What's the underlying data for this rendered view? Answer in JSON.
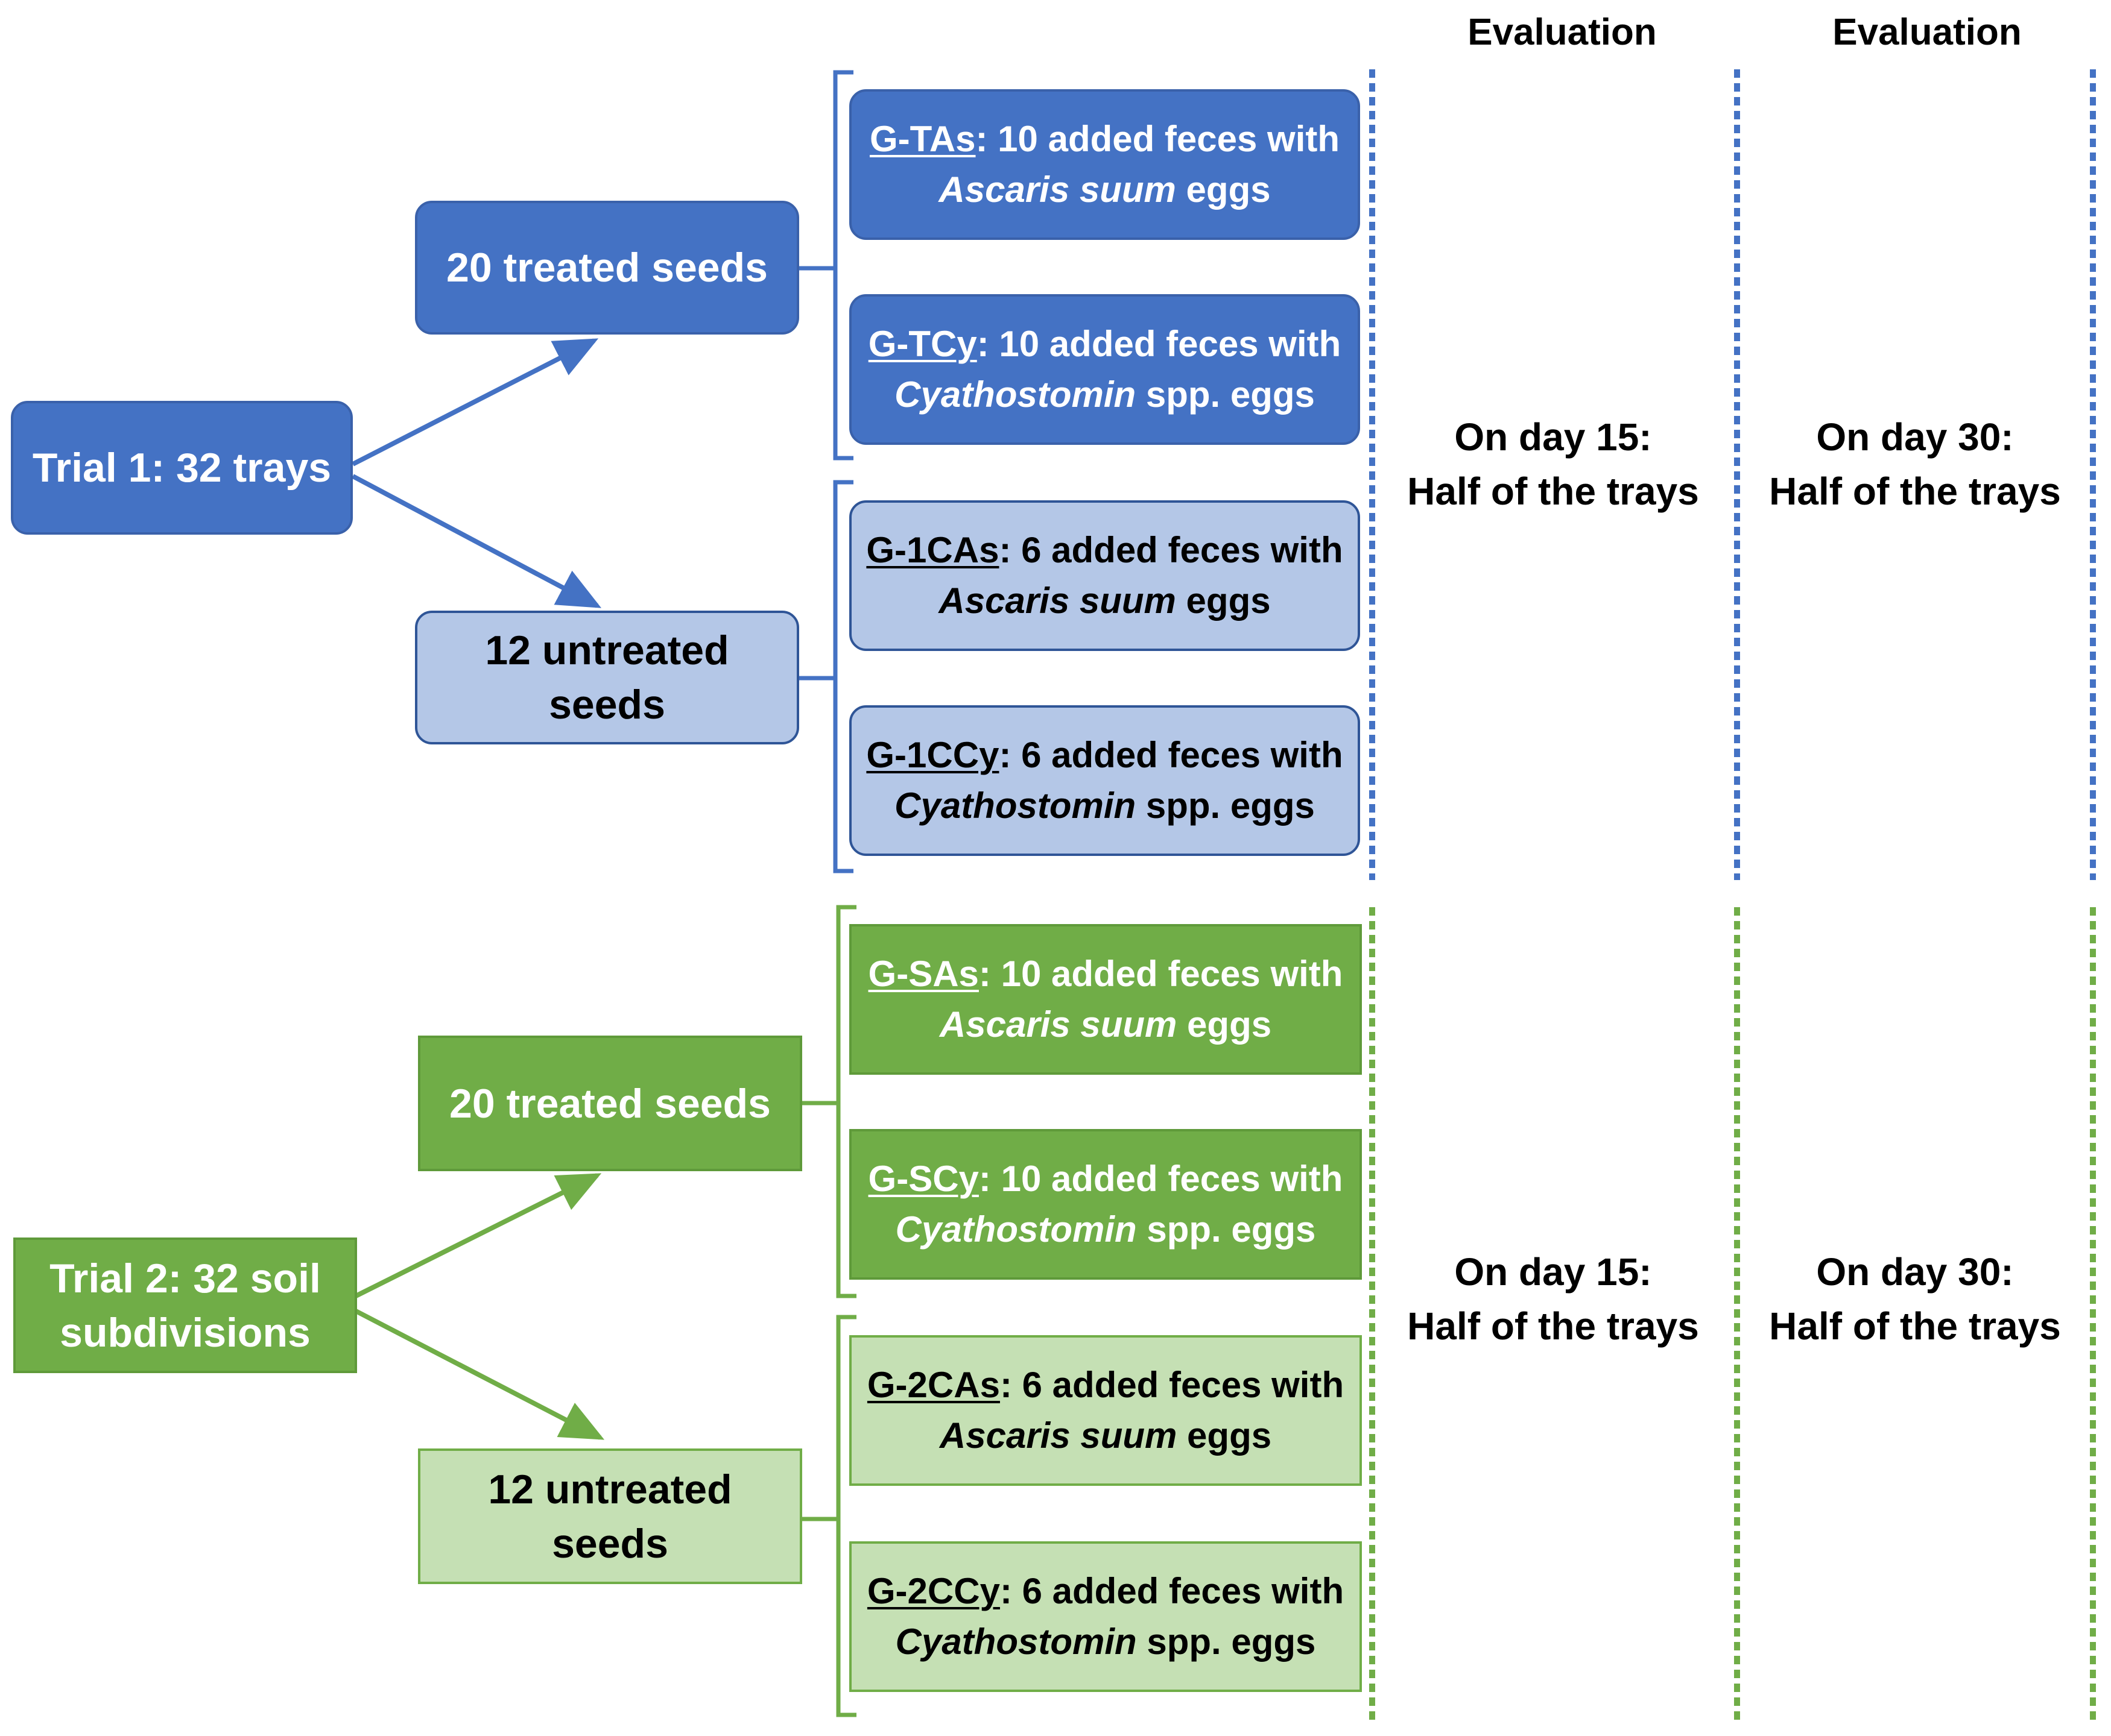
{
  "colors": {
    "blue_dark": "#4472c4",
    "blue_light": "#b4c7e7",
    "green_dark": "#70ad47",
    "green_light": "#c5e0b4"
  },
  "headers": {
    "left": "Evaluation",
    "right": "Evaluation"
  },
  "trial1": {
    "root": "Trial 1: 32 trays",
    "treated": "20 treated seeds",
    "untreated_l1": "12 untreated",
    "untreated_l2": "seeds",
    "groups": [
      {
        "code": "G-TAs",
        "rest": ": 10 added feces with",
        "species": "Ascaris suum",
        "suffix": " eggs"
      },
      {
        "code": "G-TCy",
        "rest": ": 10 added feces with",
        "species": "Cyathostomin",
        "suffix": " spp. eggs"
      },
      {
        "code": "G-1CAs",
        "rest": ": 6 added feces with",
        "species": "Ascaris suum",
        "suffix": " eggs"
      },
      {
        "code": "G-1CCy",
        "rest": ": 6 added feces with",
        "species": "Cyathostomin",
        "suffix": " spp. eggs"
      }
    ],
    "eval15_l1": "On day 15:",
    "eval15_l2": "Half of the trays",
    "eval30_l1": "On day 30:",
    "eval30_l2": "Half of the trays"
  },
  "trial2": {
    "root_l1": "Trial 2: 32 soil",
    "root_l2": "subdivisions",
    "treated": "20 treated seeds",
    "untreated_l1": "12 untreated",
    "untreated_l2": "seeds",
    "groups": [
      {
        "code": "G-SAs",
        "rest": ": 10 added feces with",
        "species": "Ascaris suum",
        "suffix": " eggs"
      },
      {
        "code": "G-SCy",
        "rest": ": 10 added feces with",
        "species": "Cyathostomin",
        "suffix": " spp. eggs"
      },
      {
        "code": "G-2CAs",
        "rest": ": 6 added feces with",
        "species": "Ascaris suum",
        "suffix": " eggs"
      },
      {
        "code": "G-2CCy",
        "rest": ": 6 added feces with",
        "species": "Cyathostomin",
        "suffix": " spp. eggs"
      }
    ],
    "eval15_l1": "On day 15:",
    "eval15_l2": "Half of the trays",
    "eval30_l1": "On day 30:",
    "eval30_l2": "Half of the trays"
  }
}
